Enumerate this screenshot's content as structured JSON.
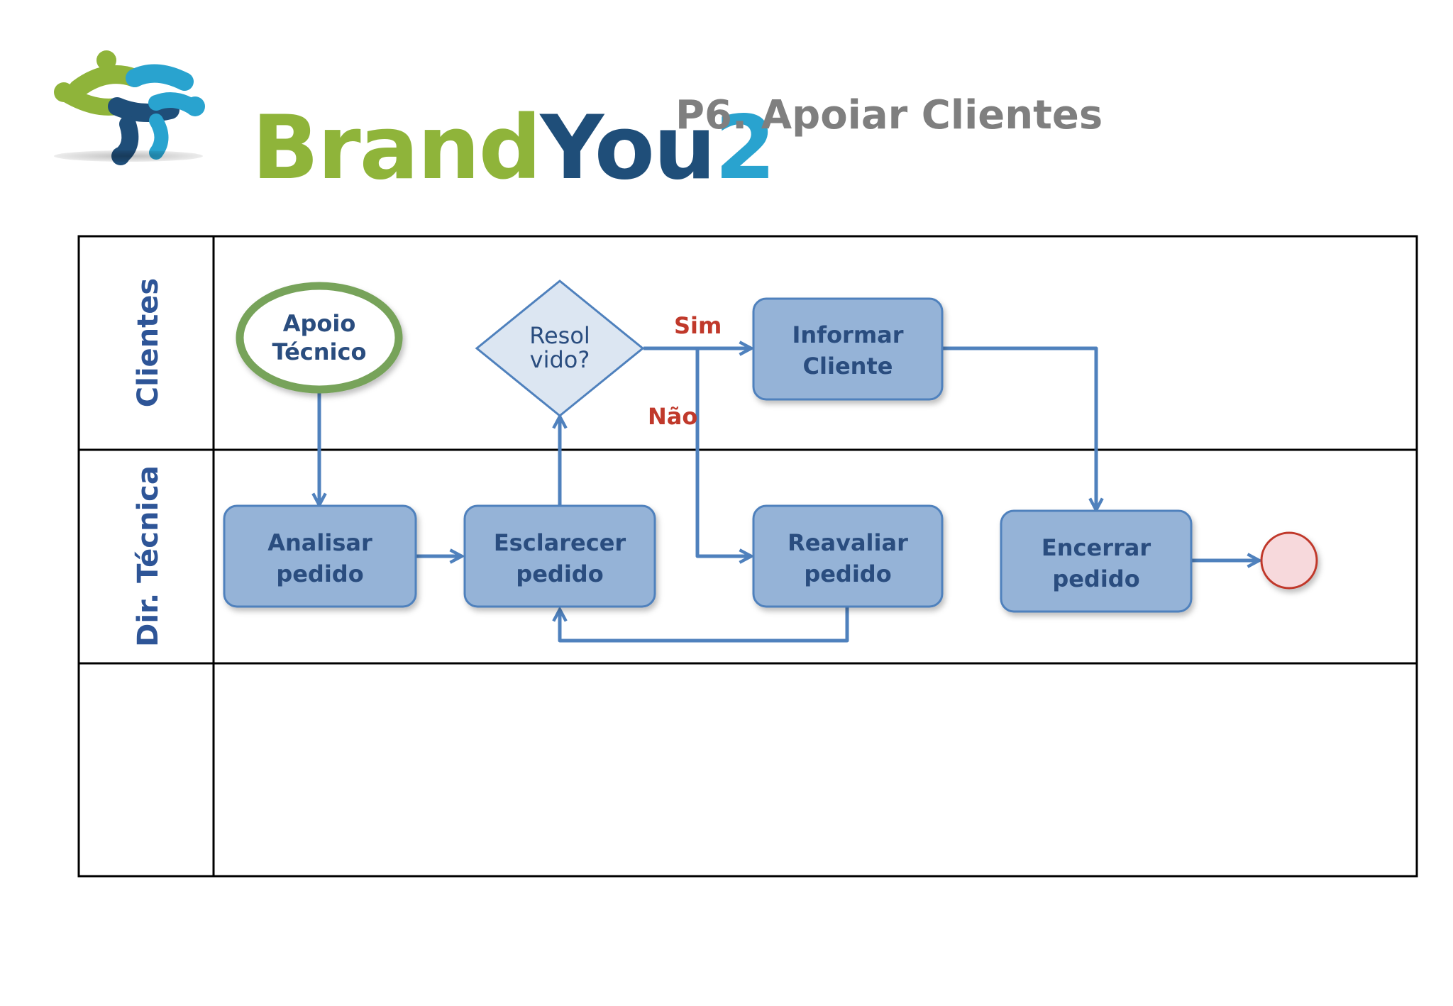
{
  "header": {
    "logo_brand": "Brand",
    "logo_you": "You",
    "logo_num": "2",
    "title": "P6. Apoiar Clientes"
  },
  "colors": {
    "logo_green": "#8fb43a",
    "logo_navy": "#1f4e79",
    "logo_cyan": "#29a3cf",
    "task_fill": "#95b3d7",
    "task_stroke": "#4f81bd",
    "start_stroke": "#77a35a",
    "end_fill": "#f7d9dc",
    "end_stroke": "#c0392b",
    "label_red": "#c0392b"
  },
  "lanes": [
    {
      "label": "Clientes"
    },
    {
      "label": "Dir. Técnica"
    },
    {
      "label": ""
    }
  ],
  "nodes": {
    "start": {
      "line1": "Apoio",
      "line2": "Técnico"
    },
    "decision": {
      "line1": "Resol",
      "line2": "vido?"
    },
    "informar": {
      "line1": "Informar",
      "line2": "Cliente"
    },
    "analisar": {
      "line1": "Analisar",
      "line2": "pedido"
    },
    "esclarecer": {
      "line1": "Esclarecer",
      "line2": "pedido"
    },
    "reavaliar": {
      "line1": "Reavaliar",
      "line2": "pedido"
    },
    "encerrar": {
      "line1": "Encerrar",
      "line2": "pedido"
    }
  },
  "branch_labels": {
    "yes": "Sim",
    "no": "Não"
  }
}
